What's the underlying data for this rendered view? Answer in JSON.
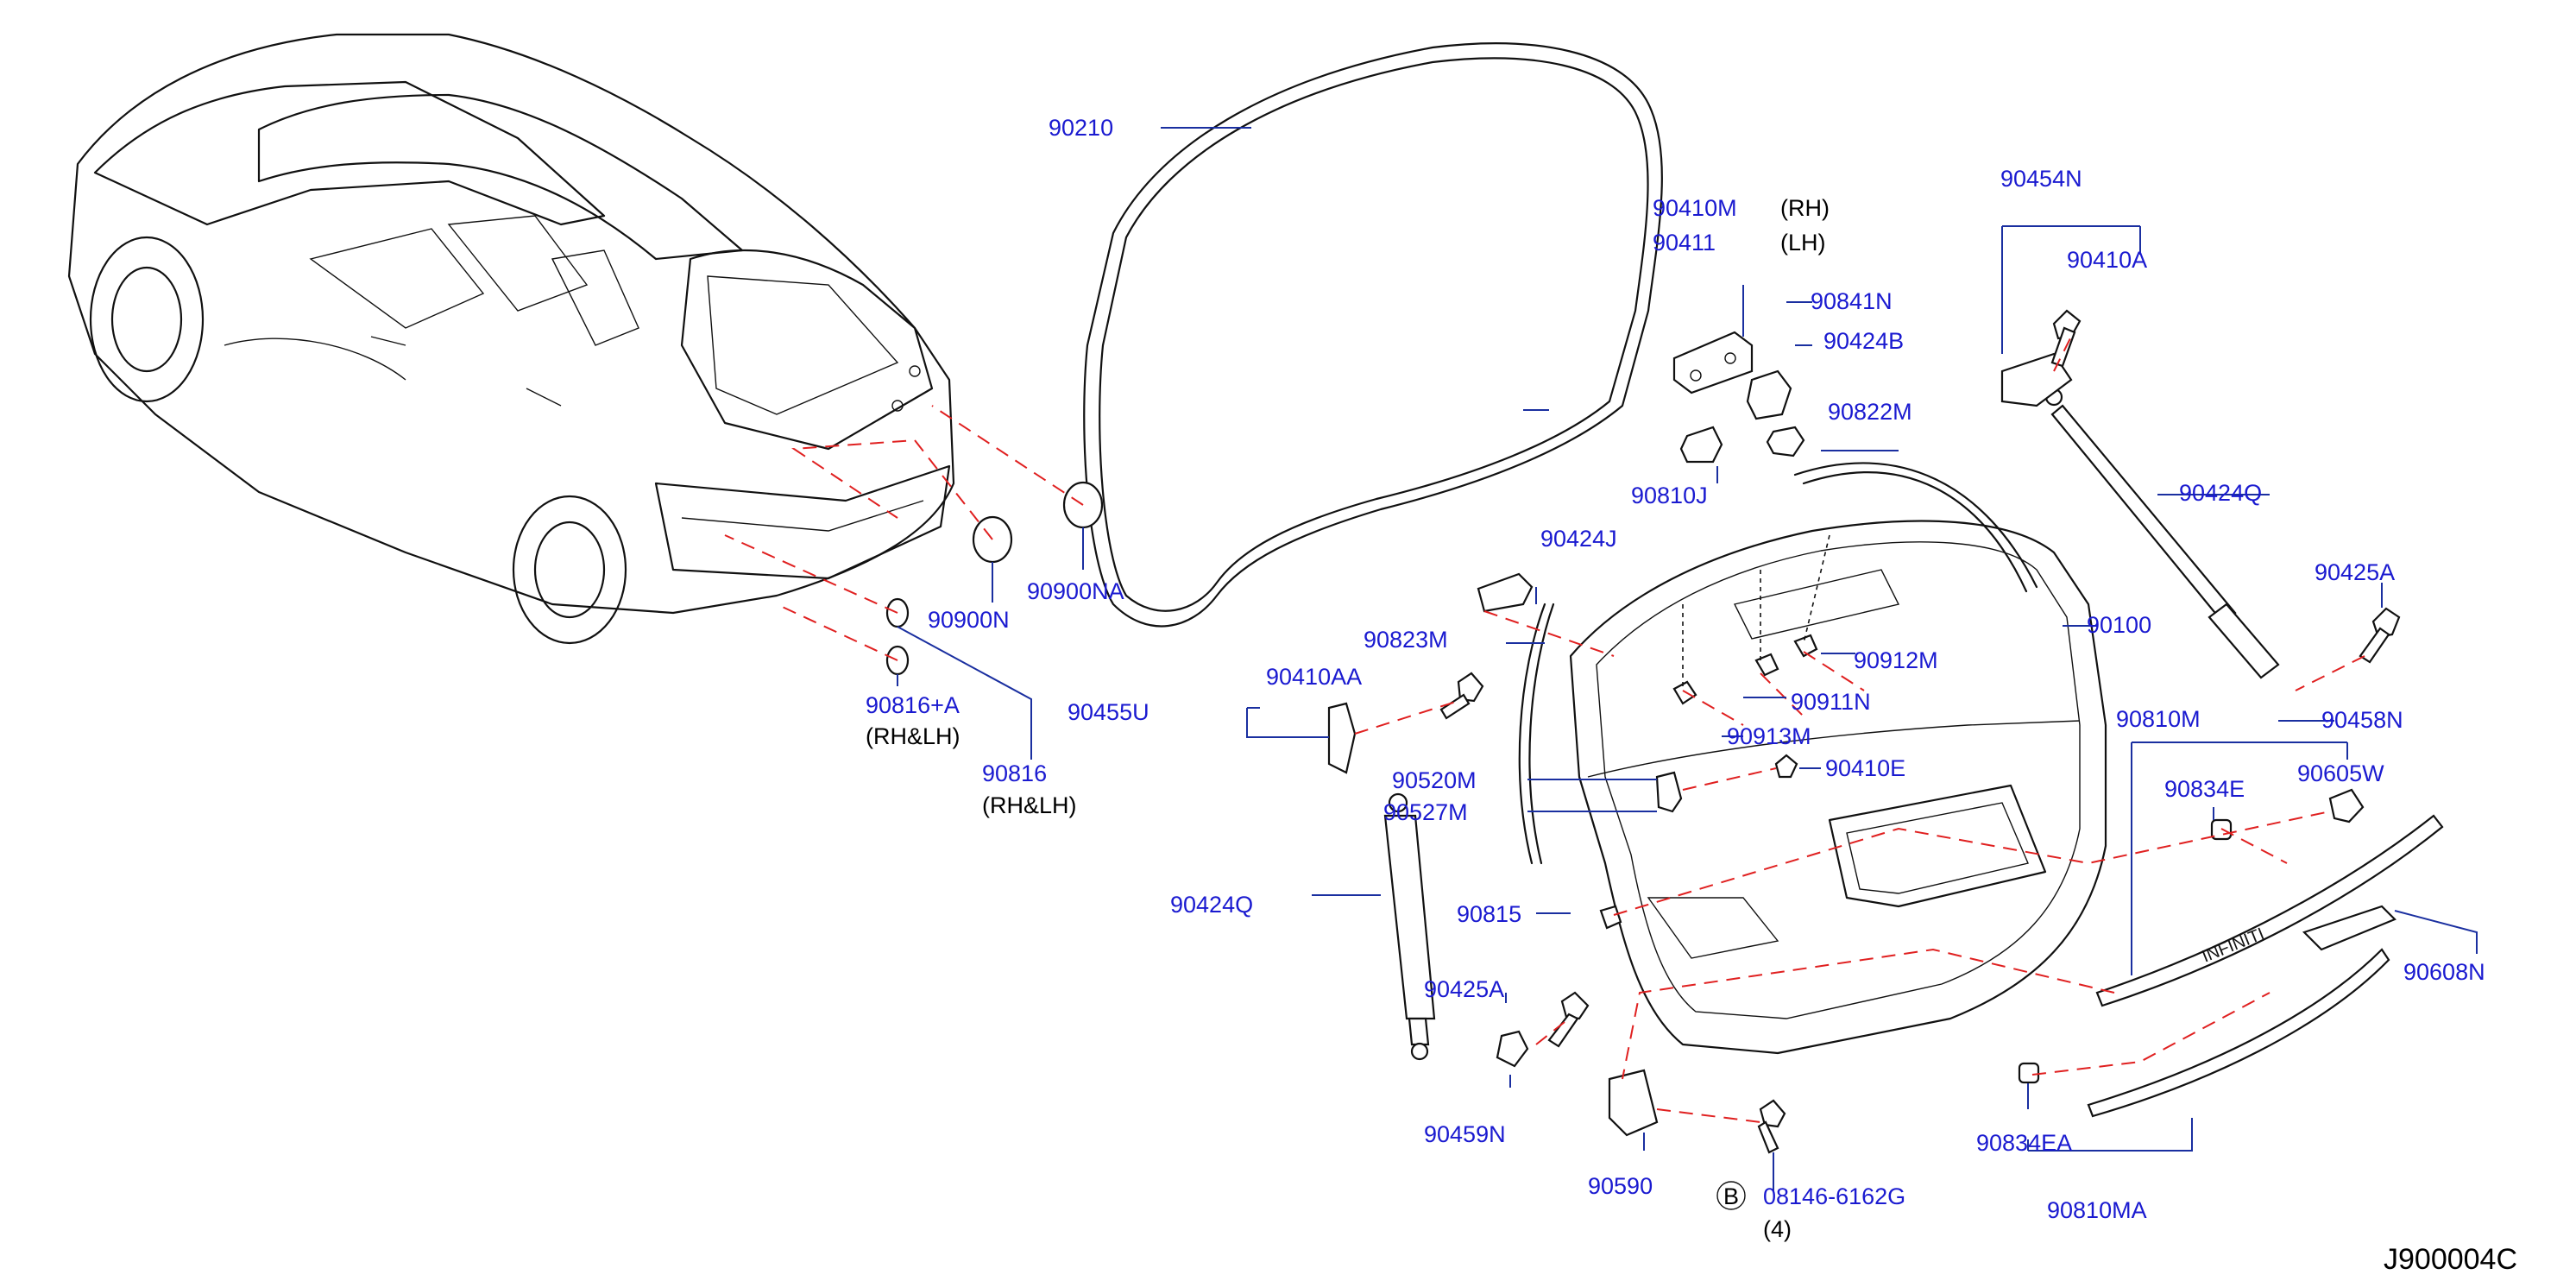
{
  "diagram_code": "J900004C",
  "callout_letter": "B",
  "parts": [
    {
      "key": "p90210",
      "number": "90210"
    },
    {
      "key": "p90410M",
      "number": "90410M",
      "note": "(RH)"
    },
    {
      "key": "p90411",
      "number": "90411",
      "note": "(LH)"
    },
    {
      "key": "p90841N",
      "number": "90841N"
    },
    {
      "key": "p90424B",
      "number": "90424B"
    },
    {
      "key": "p90810J",
      "number": "90810J"
    },
    {
      "key": "p90822M",
      "number": "90822M"
    },
    {
      "key": "p90454N",
      "number": "90454N"
    },
    {
      "key": "p90410A",
      "number": "90410A"
    },
    {
      "key": "p90424Q_r",
      "number": "90424Q"
    },
    {
      "key": "p90425A_r",
      "number": "90425A"
    },
    {
      "key": "p90458N",
      "number": "90458N"
    },
    {
      "key": "p90100",
      "number": "90100"
    },
    {
      "key": "p90424J",
      "number": "90424J"
    },
    {
      "key": "p90823M",
      "number": "90823M"
    },
    {
      "key": "p90912M",
      "number": "90912M"
    },
    {
      "key": "p90911N",
      "number": "90911N"
    },
    {
      "key": "p90913M",
      "number": "90913M"
    },
    {
      "key": "p90410AA",
      "number": "90410AA"
    },
    {
      "key": "p90455U",
      "number": "90455U"
    },
    {
      "key": "p90520M",
      "number": "90520M"
    },
    {
      "key": "p90527M",
      "number": "90527M"
    },
    {
      "key": "p90410E",
      "number": "90410E"
    },
    {
      "key": "p90424Q_l",
      "number": "90424Q"
    },
    {
      "key": "p90815",
      "number": "90815"
    },
    {
      "key": "p90425A_l",
      "number": "90425A"
    },
    {
      "key": "p90459N",
      "number": "90459N"
    },
    {
      "key": "p90590",
      "number": "90590"
    },
    {
      "key": "p08146",
      "number": "08146-6162G",
      "note": "(4)"
    },
    {
      "key": "p90900N",
      "number": "90900N"
    },
    {
      "key": "p90900NA",
      "number": "90900NA"
    },
    {
      "key": "p90816A",
      "number": "90816+A",
      "note": "(RH&LH)"
    },
    {
      "key": "p90816",
      "number": "90816",
      "note": "(RH&LH)"
    },
    {
      "key": "p90810M",
      "number": "90810M"
    },
    {
      "key": "p90834E",
      "number": "90834E"
    },
    {
      "key": "p90605W",
      "number": "90605W"
    },
    {
      "key": "p90608N",
      "number": "90608N"
    },
    {
      "key": "p90834EA",
      "number": "90834EA"
    },
    {
      "key": "p90810MA",
      "number": "90810MA"
    }
  ],
  "colors": {
    "label": "#1a1ad0",
    "leader": "#1a2fa0",
    "dashed_link": "#e02020",
    "line": "#111111",
    "background": "#ffffff"
  },
  "garnish_lettering": "INFINITI"
}
